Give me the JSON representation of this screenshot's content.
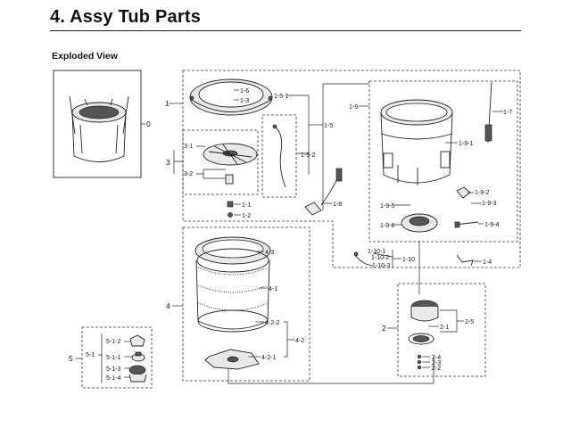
{
  "page": {
    "title": "4.  Assy Tub Parts",
    "subtitle": "Exploded View"
  },
  "labels": {
    "l0": "0",
    "l1": "1",
    "l1_6": "1-6",
    "l1_3": "1-3",
    "l1_5_1": "1-5-1",
    "l1_5": "1-5",
    "l1_5_2": "1-5-2",
    "l1_9": "1-9",
    "l1_9_1": "1-9-1",
    "l1_7": "1-7",
    "l1_8": "1-8",
    "l1_9_2": "1-9-2",
    "l1_9_3": "1-9-3",
    "l1_9_5": "1-9-5",
    "l1_9_6": "1-9-6",
    "l1_9_4": "1-9-4",
    "l1_10_1": "1-10-1",
    "l1_10_2": "1-10-2",
    "l1_10_3": "1-10-3",
    "l1_10": "1-10",
    "l1_4": "1-4",
    "l3": "3",
    "l3_1": "3-1",
    "l3_2": "3-2",
    "l1_1": "1-1",
    "l1_2": "1-2",
    "l4": "4",
    "l4_3": "4-3",
    "l4_1": "4-1",
    "l4_2_2": "4-2-2",
    "l4_2": "4-2",
    "l4_2_1": "4-2-1",
    "l2": "2",
    "l2_1": "2-1",
    "l2_5": "2-5",
    "l2_4": "2-4",
    "l2_3": "2-3",
    "l2_2": "2-2",
    "l5": "5",
    "l5_1": "5-1",
    "l5_1_2": "5-1-2",
    "l5_1_1": "5-1-1",
    "l5_1_3": "5-1-3",
    "l5_1_4": "5-1-4"
  }
}
